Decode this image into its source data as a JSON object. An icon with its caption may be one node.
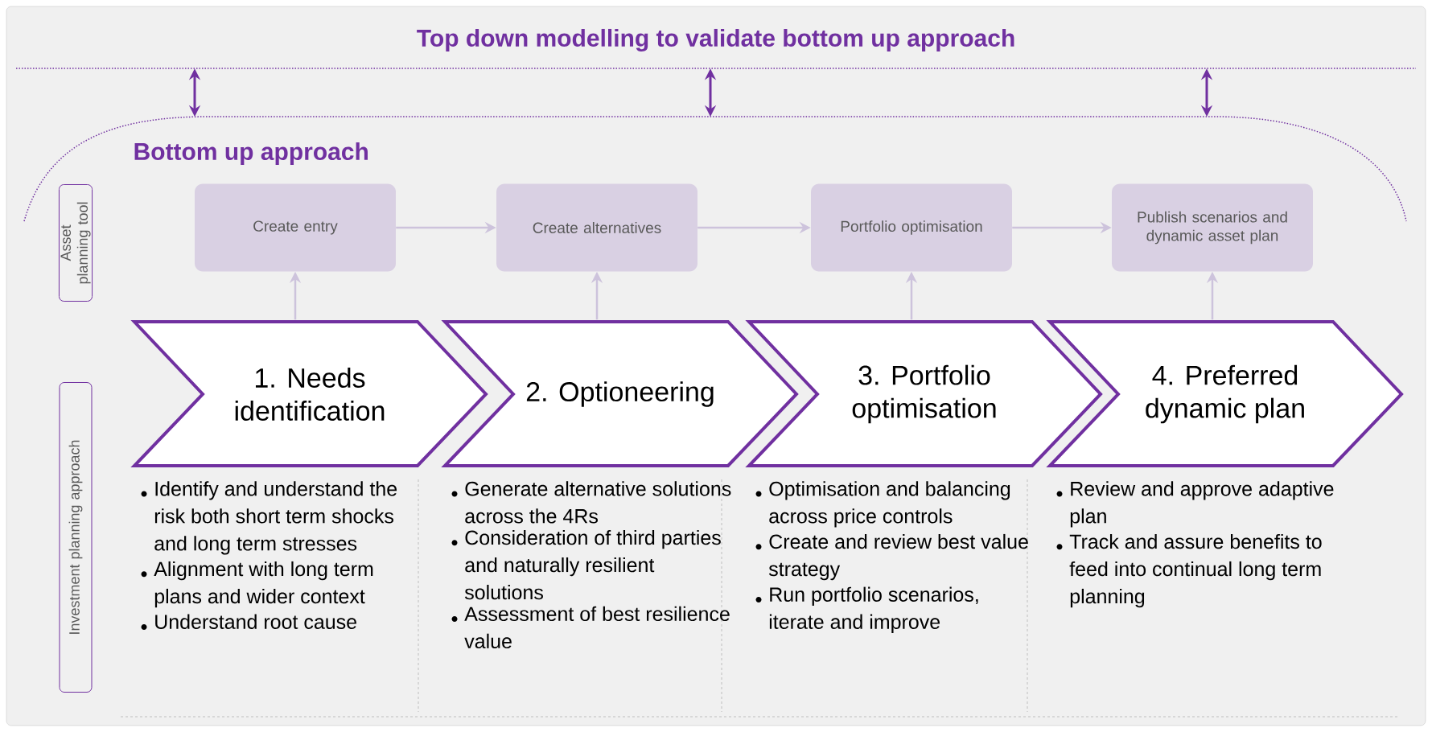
{
  "diagram": {
    "nodes": [
      {
        "text": [
          "Top down modelling to validate bottom up approach"
        ]
      },
      {
        "text": [
          "Bottom up approach"
        ]
      },
      {
        "text": [
          "Asset planning tool"
        ]
      },
      {
        "text": [
          "Investment planning approach"
        ]
      },
      {
        "text": [
          "Create entry"
        ]
      },
      {
        "text": [
          "Create alternatives"
        ]
      },
      {
        "text": [
          "Portfolio optimisation"
        ]
      },
      {
        "text": [
          "Publish scenarios and dynamic asset plan"
        ]
      },
      {
        "text": [
          "1. Needs identification"
        ],
        "beside": [
          "Identify and understand the risk both short term shocks and long term stresses",
          "Alignment with long term plans and wider context",
          "Understand root cause"
        ]
      },
      {
        "text": [
          "2. Optioneering"
        ],
        "beside": [
          "Generate alternative solutions across the 4Rs",
          "Consideration of third parties and naturally resilient solutions",
          "Assessment of best resilience value"
        ]
      },
      {
        "text": [
          "3. Portfolio optimisation"
        ],
        "beside": [
          "Optimisation and balancing across price controls",
          "Create and review best value strategy",
          "Run portfolio scenarios, iterate and improve"
        ]
      },
      {
        "text": [
          "4. Preferred dynamic plan"
        ],
        "beside": [
          "Review and approve adaptive plan",
          "Track and assure benefits to feed into continual long term planning"
        ]
      }
    ],
    "edges": [
      {
        "from": 0,
        "to": 1,
        "arrow": "both",
        "color": "#7030a0"
      },
      {
        "from": 0,
        "to": 1,
        "arrow": "both",
        "color": "#7030a0"
      },
      {
        "from": 0,
        "to": 1,
        "arrow": "both",
        "color": "#7030a0"
      },
      {
        "from": 4,
        "to": 5,
        "arrow": "to",
        "color": "#cdc3dc"
      },
      {
        "from": 5,
        "to": 6,
        "arrow": "to",
        "color": "#cdc3dc"
      },
      {
        "from": 6,
        "to": 7,
        "arrow": "to",
        "color": "#cdc3dc"
      },
      {
        "from": 8,
        "to": 4,
        "arrow": "to",
        "color": "#cdc3dc"
      },
      {
        "from": 9,
        "to": 5,
        "arrow": "to",
        "color": "#cdc3dc"
      },
      {
        "from": 10,
        "to": 6,
        "arrow": "to",
        "color": "#cdc3dc"
      },
      {
        "from": 11,
        "to": 7,
        "arrow": "to",
        "color": "#cdc3dc"
      }
    ]
  }
}
